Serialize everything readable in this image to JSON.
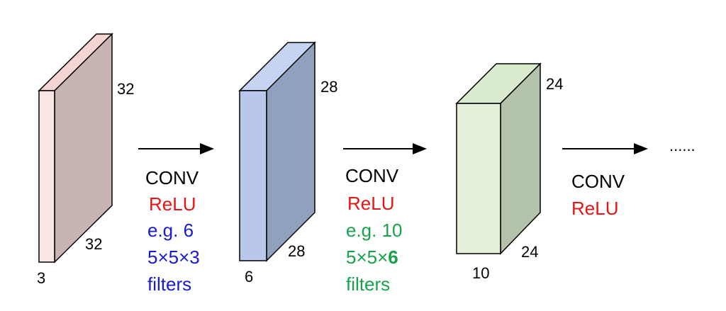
{
  "colors": {
    "relu": "#e81414",
    "block1_params": "#1a1ad6",
    "block2_params": "#16a34a",
    "text": "#000000"
  },
  "volumes": [
    {
      "depth_label": "3",
      "height_label": "32",
      "width_label": "32",
      "front": "#fbe6e6",
      "top": "#f7d4d4",
      "side": "#c9b4b4"
    },
    {
      "depth_label": "6",
      "height_label": "28",
      "width_label": "28",
      "front": "#b9c7ea",
      "top": "#c7d4f1",
      "side": "#8fa1bd"
    },
    {
      "depth_label": "10",
      "height_label": "24",
      "width_label": "24",
      "front": "#e6f1dc",
      "top": "#d9ebcc",
      "side": "#b3c3ab"
    }
  ],
  "blocks": [
    {
      "op": "CONV",
      "act": "ReLU",
      "line1": "e.g. 6",
      "line2": "5×5×3",
      "line3": "filters"
    },
    {
      "op": "CONV",
      "act": "ReLU",
      "line1": "e.g. 10",
      "line2_prefix": "5×5×",
      "line2_bold": "6",
      "line3": "filters"
    },
    {
      "op": "CONV",
      "act": "ReLU"
    }
  ],
  "ellipsis": "......"
}
